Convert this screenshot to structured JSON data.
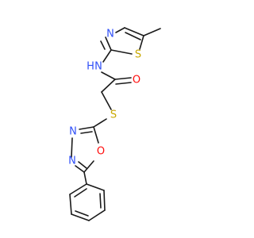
{
  "molecule": {
    "atoms": {
      "nitrogen_thiazole": {
        "symbol": "N",
        "color": "#3050F8"
      },
      "sulfur_thiazole": {
        "symbol": "S",
        "color": "#C8A800"
      },
      "nitrogen_amide": {
        "symbol": "N",
        "color": "#3050F8"
      },
      "hydrogen_amide": {
        "symbol": "H",
        "color": "#3050F8"
      },
      "oxygen_carbonyl": {
        "symbol": "O",
        "color": "#FF0D0D"
      },
      "sulfur_thioether": {
        "symbol": "S",
        "color": "#C8A800"
      },
      "nitrogen_oxadiazole_1": {
        "symbol": "N",
        "color": "#3050F8"
      },
      "nitrogen_oxadiazole_2": {
        "symbol": "N",
        "color": "#3050F8"
      },
      "oxygen_oxadiazole": {
        "symbol": "O",
        "color": "#FF0D0D"
      }
    },
    "bond_color": "#1a1a1a"
  }
}
